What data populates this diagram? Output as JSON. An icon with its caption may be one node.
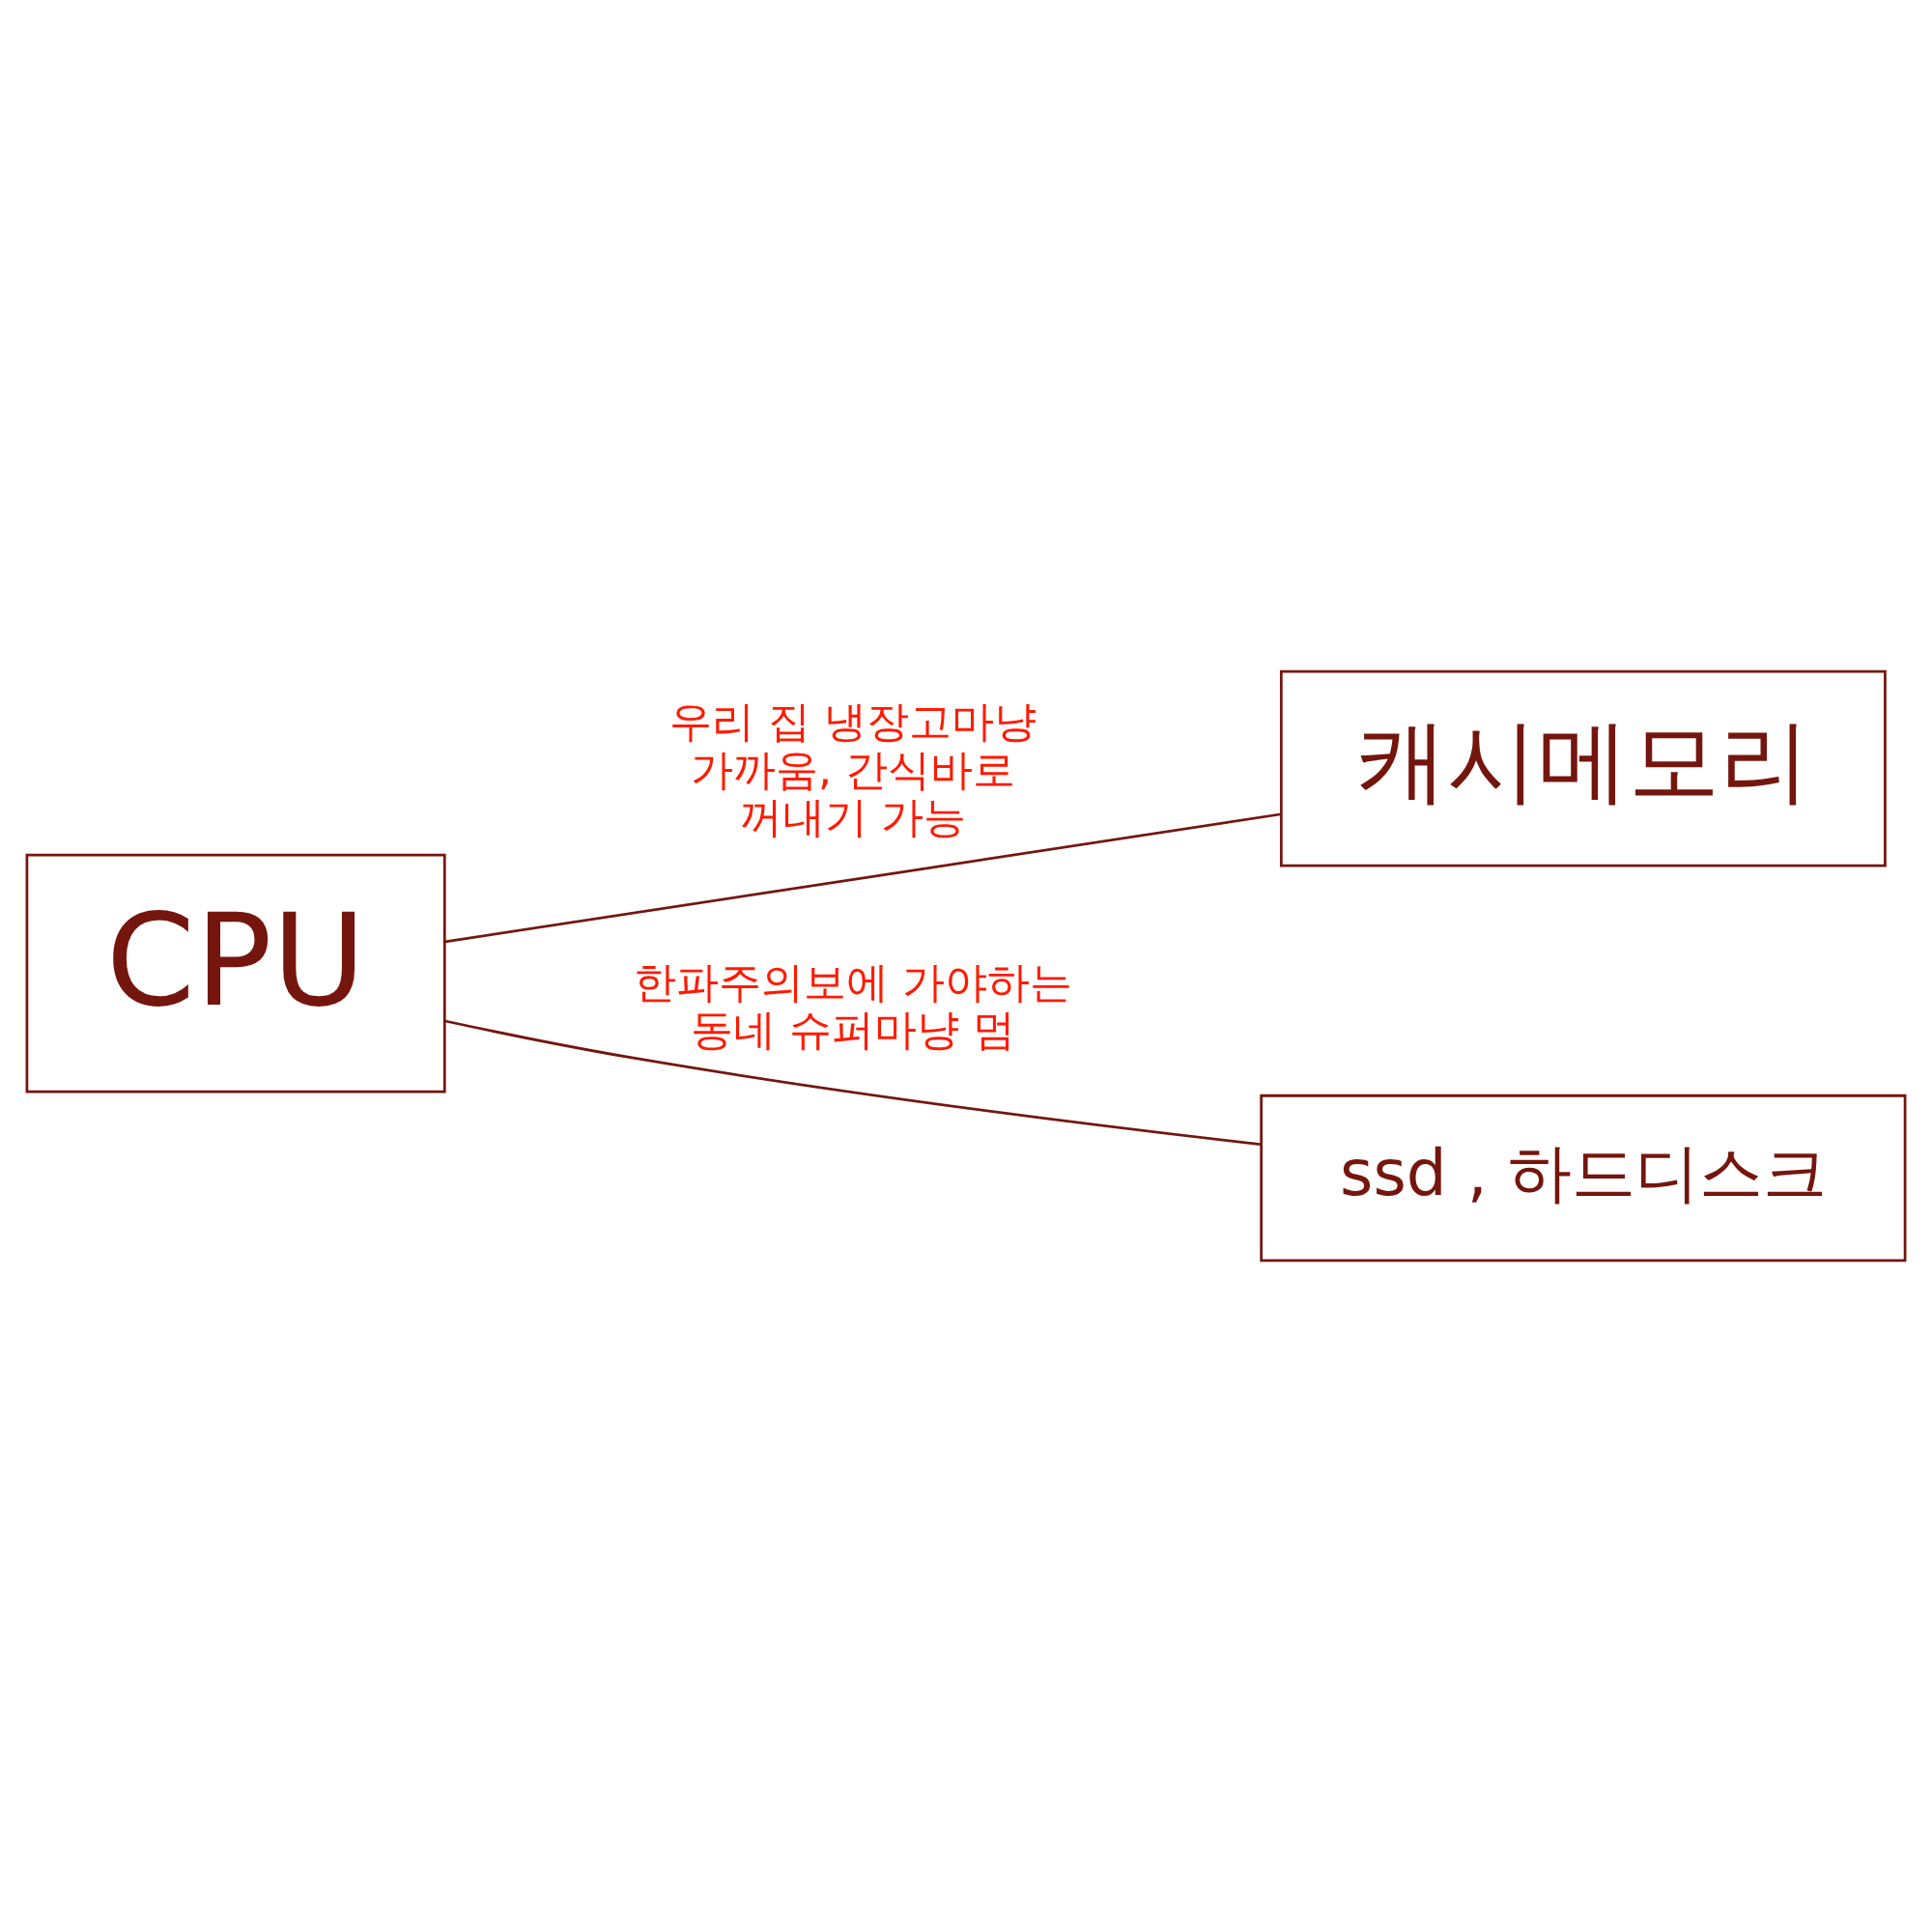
{
  "diagram": {
    "nodes": [
      {
        "text": [
          "CPU"
        ]
      },
      {
        "text": [
          "캐시메모리"
        ]
      },
      {
        "text": [
          "ssd , 하드디스크"
        ]
      }
    ],
    "edges": [
      {
        "from": 0,
        "to": 1,
        "arrow": "none",
        "label": "우리 집 냉장고마냥 가까움, 간식바로 꺼내기 가능"
      },
      {
        "from": 0,
        "to": 2,
        "arrow": "none",
        "label": "한파주의보에 가야하는 동네 슈퍼마냥 멈"
      }
    ]
  }
}
